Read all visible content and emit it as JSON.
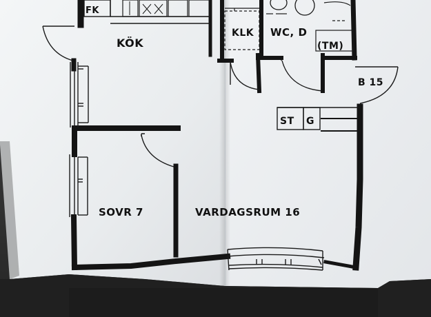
{
  "plan": {
    "rooms": {
      "kok": "KÖK",
      "klk": "KLK",
      "wc": "WC, D",
      "tm": "(TM)",
      "b15": "B 15",
      "st": "ST",
      "g": "G",
      "sovr": "SOVR 7",
      "vardagsrum": "VARDAGSRUM 16",
      "fk": "FK"
    }
  }
}
